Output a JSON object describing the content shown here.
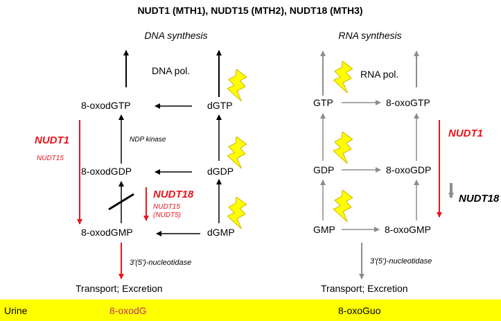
{
  "title": "NUDT1 (MTH1), NUDT15 (MTH2), NUDT18 (MTH3)",
  "dna": {
    "section": "DNA synthesis",
    "polymerase": "DNA pol.",
    "nodes": {
      "oxodGTP": "8-oxodGTP",
      "oxodGDP": "8-oxodGDP",
      "oxodGMP": "8-oxodGMP",
      "dGTP": "dGTP",
      "dGDP": "dGDP",
      "dGMP": "dGMP"
    },
    "ndp_kinase": "NDP kinase",
    "nudt1": "NUDT1",
    "nudt15": "NUDT15",
    "nudt18": "NUDT18",
    "nudt18_sub1": "NUDT15",
    "nudt18_sub2": "(NUDT5)",
    "nucleotidase": "3'(5')-nucleotidase",
    "transport": "Transport; Excretion"
  },
  "rna": {
    "section": "RNA synthesis",
    "polymerase": "RNA pol.",
    "nodes": {
      "GTP": "GTP",
      "GDP": "GDP",
      "GMP": "GMP",
      "oxoGTP": "8-oxoGTP",
      "oxoGDP": "8-oxoGDP",
      "oxoGMP": "8-oxoGMP"
    },
    "nudt1": "NUDT1",
    "nudt18": "NUDT18",
    "nucleotidase": "3'(5')-nucleotidase",
    "transport": "Transport; Excretion"
  },
  "urine": {
    "label": "Urine",
    "dna_product": "8-oxodG",
    "rna_product": "8-oxoGuo"
  },
  "colors": {
    "red": "#e8141c",
    "gray": "#8c8c8c",
    "black": "#000000",
    "urine_band": "#ffff00",
    "lightning_fill": "#ffff00",
    "lightning_stroke": "#d6b800",
    "urine_dna_text": "#c0306a"
  },
  "icons": [
    "lightning-bolt-icon"
  ]
}
